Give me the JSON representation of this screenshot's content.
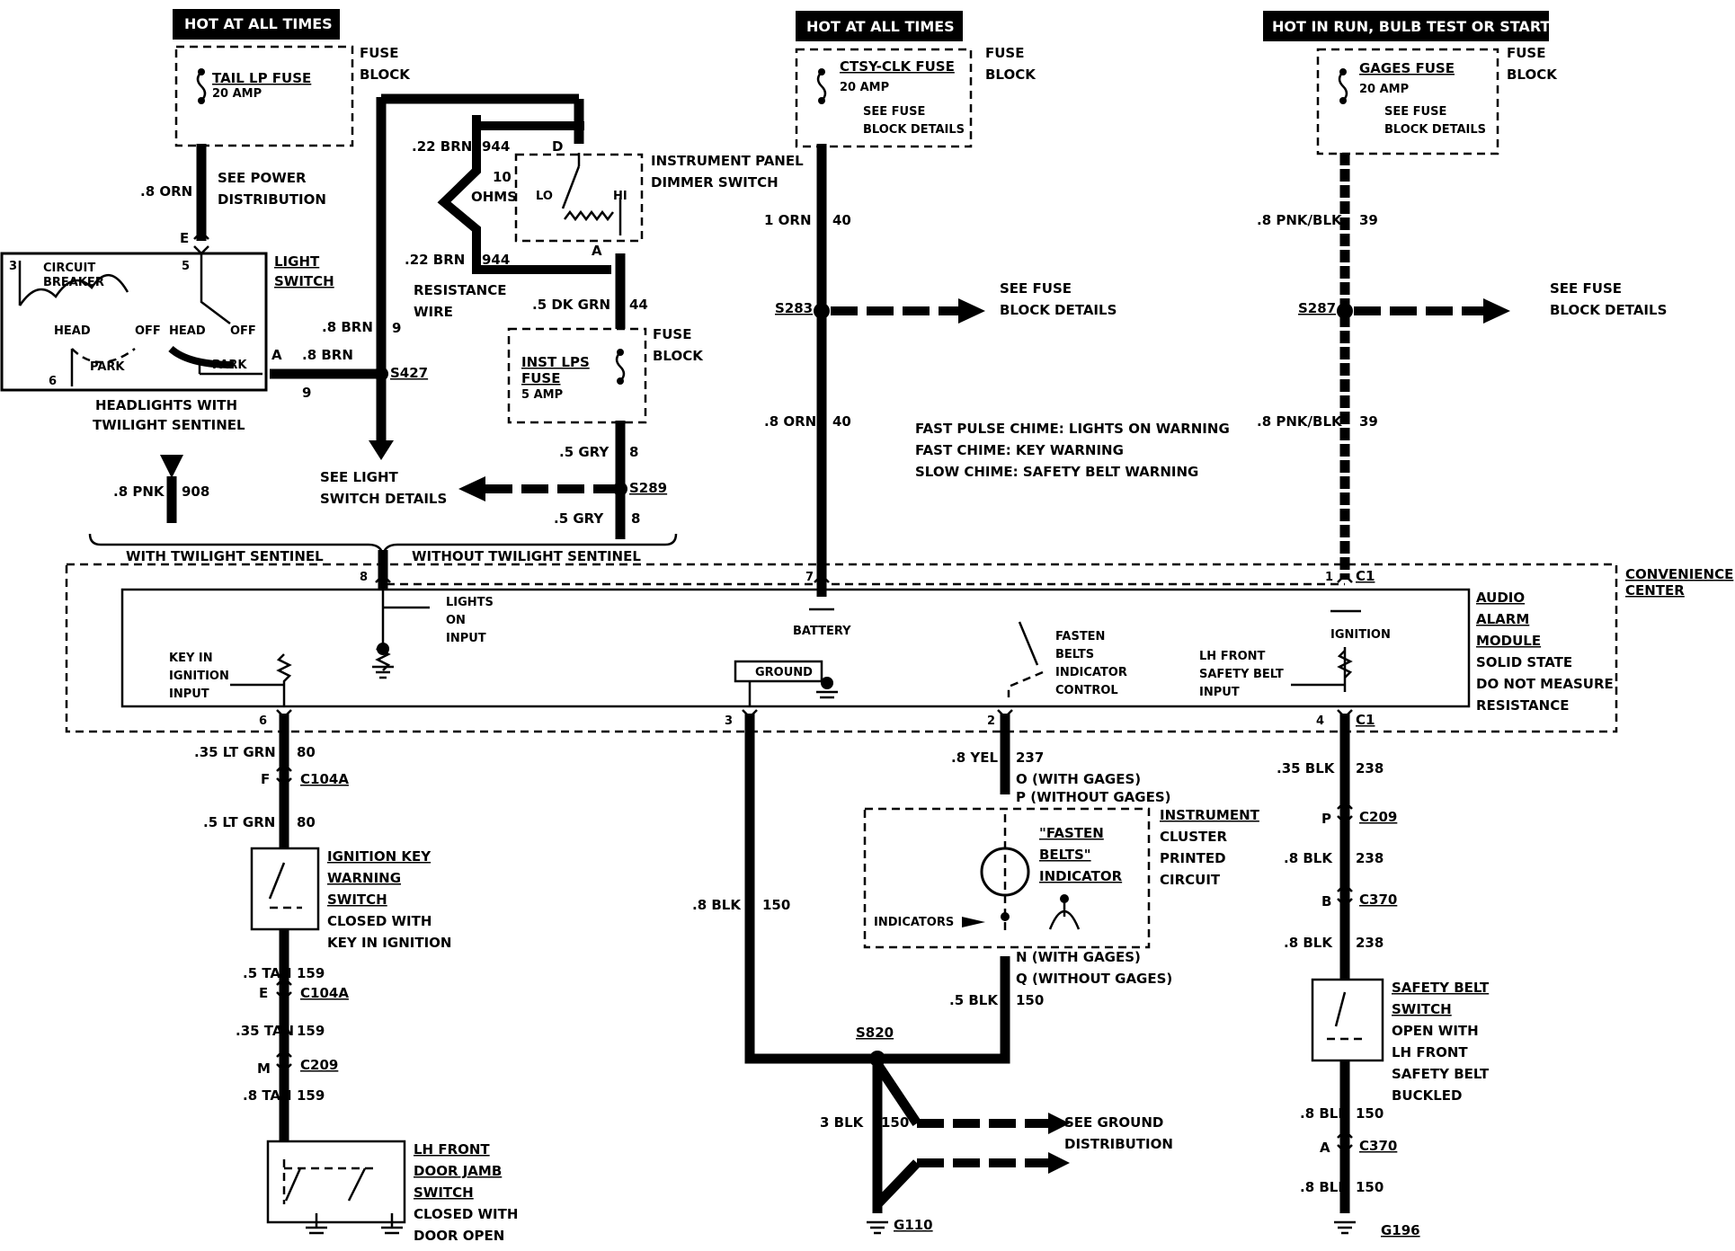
{
  "headers": {
    "hot1": "HOT AT ALL TIMES",
    "hot2": "HOT AT ALL TIMES",
    "hot3": "HOT IN RUN, BULB TEST OR START"
  },
  "fuses": {
    "fuse_block": "FUSE",
    "fuse_block2": "BLOCK",
    "tail_name": "TAIL LP FUSE",
    "tail_amp": "20 AMP",
    "ctsy_name": "CTSY-CLK FUSE",
    "ctsy_amp": "20 AMP",
    "gages_name": "GAGES FUSE",
    "gages_amp": "20 AMP",
    "inst_name1": "INST LPS",
    "inst_name2": "FUSE",
    "inst_amp": "5 AMP",
    "see_fuse1": "SEE FUSE",
    "see_fuse2": "BLOCK DETAILS"
  },
  "labels": {
    "see_power1": "SEE POWER",
    "see_power2": "DISTRIBUTION",
    "light_switch1": "LIGHT",
    "light_switch2": "SWITCH",
    "circuit_breaker1": "CIRCUIT",
    "circuit_breaker2": "BREAKER",
    "head": "HEAD",
    "off": "OFF",
    "park": "PARK",
    "headlights1": "HEADLIGHTS WITH",
    "headlights2": "TWILIGHT SENTINEL",
    "resistance1": "RESISTANCE",
    "resistance2": "WIRE",
    "ohms1": "10",
    "ohms2": "OHMS",
    "dimmer1": "INSTRUMENT PANEL",
    "dimmer2": "DIMMER SWITCH",
    "lo": "LO",
    "hi": "HI",
    "see_light1": "SEE LIGHT",
    "see_light2": "SWITCH DETAILS",
    "with_twilight": "WITH TWILIGHT SENTINEL",
    "without_twilight": "WITHOUT TWILIGHT SENTINEL",
    "chime1": "FAST PULSE CHIME: LIGHTS ON  WARNING",
    "chime2": "FAST CHIME: KEY WARNING",
    "chime3": "SLOW CHIME: SAFETY BELT WARNING",
    "convenience1": "CONVENIENCE",
    "convenience2": "CENTER",
    "audio1": "AUDIO",
    "audio2": "ALARM",
    "audio3": "MODULE",
    "audio4": "SOLID STATE",
    "audio5": "DO NOT MEASURE",
    "audio6": "RESISTANCE",
    "lights_on1": "LIGHTS",
    "lights_on2": "ON",
    "lights_on3": "INPUT",
    "battery": "BATTERY",
    "ignition": "IGNITION",
    "key_in1": "KEY IN",
    "key_in2": "IGNITION",
    "key_in3": "INPUT",
    "ground": "GROUND",
    "fasten1": "FASTEN",
    "fasten2": "BELTS",
    "fasten3": "INDICATOR",
    "fasten4": "CONTROL",
    "lh_belt1": "LH FRONT",
    "lh_belt2": "SAFETY BELT",
    "lh_belt3": "INPUT",
    "ign_key1": "IGNITION KEY",
    "ign_key2": "WARNING",
    "ign_key3": "SWITCH",
    "ign_key4": "CLOSED WITH",
    "ign_key5": "KEY IN IGNITION",
    "with_gages_o": "O (WITH GAGES)",
    "without_gages_p": "P (WITHOUT GAGES)",
    "cluster1": "INSTRUMENT",
    "cluster2": "CLUSTER",
    "cluster3": "PRINTED",
    "cluster4": "CIRCUIT",
    "fasten_ind1": "\"FASTEN",
    "fasten_ind2": "BELTS\"",
    "fasten_ind3": "INDICATOR",
    "indicators": "INDICATORS",
    "with_gages_n": "N (WITH GAGES)",
    "without_gages_q": "Q (WITHOUT GAGES)",
    "see_ground1": "SEE GROUND",
    "see_ground2": "DISTRIBUTION",
    "door1": "LH FRONT",
    "door2": "DOOR JAMB",
    "door3": "SWITCH",
    "door4": "CLOSED WITH",
    "door5": "DOOR OPEN",
    "belt_sw1": "SAFETY BELT",
    "belt_sw2": "SWITCH",
    "belt_sw3": "OPEN WITH",
    "belt_sw4": "LH FRONT",
    "belt_sw5": "SAFETY BELT",
    "belt_sw6": "BUCKLED"
  },
  "wires": {
    "w8orn": ".8 ORN",
    "w8brn_a": ".8 BRN",
    "w8brn_b": ".8 BRN",
    "c9a": "9",
    "c9b": "9",
    "w22brn_a": ".22 BRN",
    "w22brn_b": ".22 BRN",
    "c944a": "944",
    "c944b": "944",
    "w5dkgrn": ".5 DK GRN",
    "c44": "44",
    "w5gry_a": ".5 GRY",
    "w5gry_b": ".5 GRY",
    "c8a": "8",
    "c8b": "8",
    "w8pnk": ".8 PNK",
    "c908": "908",
    "w1orn": "1 ORN",
    "c40a": "40",
    "w8orn2": ".8 ORN",
    "c40b": "40",
    "w8pnkblk_a": ".8 PNK/BLK",
    "c39a": "39",
    "w8pnkblk_b": ".8 PNK/BLK",
    "c39b": "39",
    "w35ltgrn": ".35 LT GRN",
    "c80a": "80",
    "w5ltgrn": ".5 LT GRN",
    "c80b": "80",
    "w5tan": ".5 TAN",
    "c159a": "159",
    "w35tan": ".35 TAN",
    "c159b": "159",
    "w8tan": ".8 TAN",
    "c159c": "159",
    "w8blk": ".8 BLK",
    "c150a": "150",
    "w8yel": ".8 YEL",
    "c237": "237",
    "w5blk": ".5 BLK",
    "c150b": "150",
    "w3blk": "3 BLK",
    "c150c": "150",
    "w35blk": ".35 BLK",
    "c238a": "238",
    "w8blk2": ".8 BLK",
    "c238b": "238",
    "w8blk3": ".8 BLK",
    "c238c": "238",
    "w8blk4": ".8 BLK",
    "c150d": "150",
    "w8blk5": ".8 BLK",
    "c150e": "150"
  },
  "connectors": {
    "s427": "S427",
    "s289": "S289",
    "s283": "S283",
    "s287": "S287",
    "s820": "S820",
    "g110": "G110",
    "g196": "G196",
    "c104a_1": "C104A",
    "c104a_2": "C104A",
    "c209_1": "C209",
    "c209_2": "C209",
    "c370_1": "C370",
    "c370_2": "C370",
    "c1_top": "C1",
    "c1_bot": "C1",
    "pin_e": "E",
    "pin_a": "A",
    "pin_d": "D",
    "pin_a2": "A",
    "pin_f": "F",
    "pin_e2": "E",
    "pin_m": "M",
    "pin_p": "P",
    "pin_b": "B",
    "pin_a3": "A",
    "pin_3": "3",
    "pin_5": "5",
    "pin_6": "6",
    "p8": "8",
    "p7": "7",
    "p1": "1",
    "p6": "6",
    "p3": "3",
    "p2": "2",
    "p4": "4"
  }
}
